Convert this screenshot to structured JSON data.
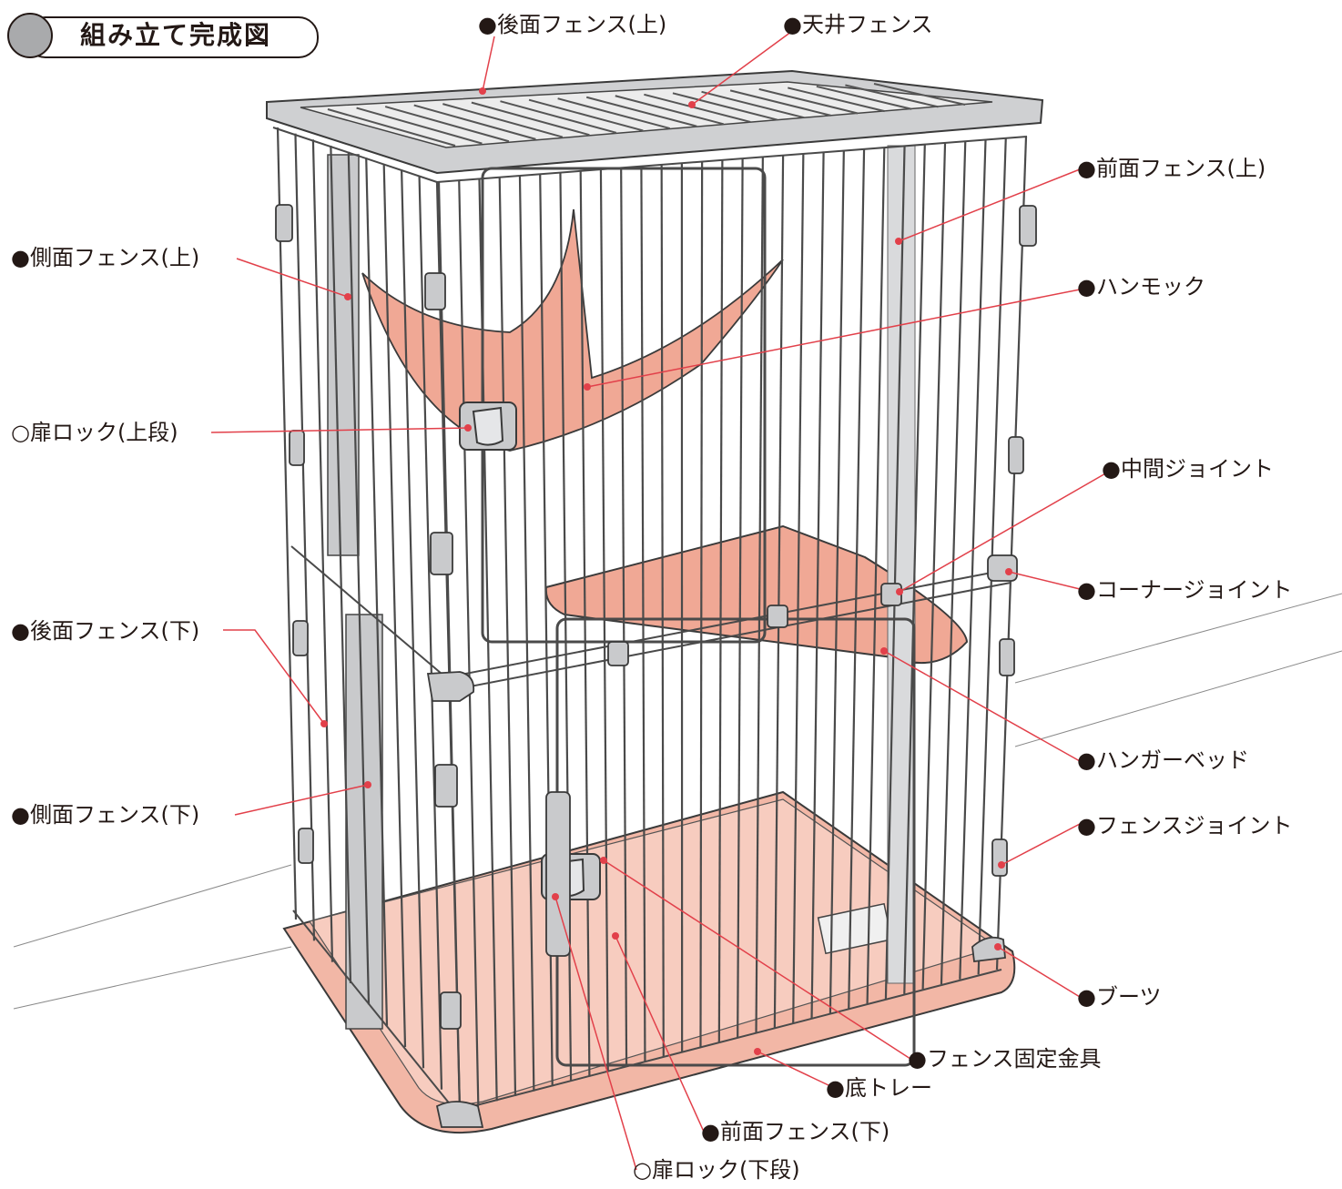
{
  "title": "組み立て完成図",
  "accent_color": "#e2404a",
  "labels": {
    "rear_fence_upper": "●後面フェンス(上)",
    "ceiling_fence": "●天井フェンス",
    "front_fence_upper": "●前面フェンス(上)",
    "side_fence_upper": "●側面フェンス(上)",
    "hammock": "●ハンモック",
    "door_lock_upper": "○扉ロック(上段)",
    "middle_joint": "●中間ジョイント",
    "corner_joint": "●コーナージョイント",
    "rear_fence_lower": "●後面フェンス(下)",
    "hanger_bed": "●ハンガーベッド",
    "side_fence_lower": "●側面フェンス(下)",
    "fence_joint": "●フェンスジョイント",
    "boots": "●ブーツ",
    "fence_fixing_bracket": "●フェンス固定金具",
    "bottom_tray": "●底トレー",
    "front_fence_lower": "●前面フェンス(下)",
    "door_lock_lower": "○扉ロック(下段)"
  }
}
